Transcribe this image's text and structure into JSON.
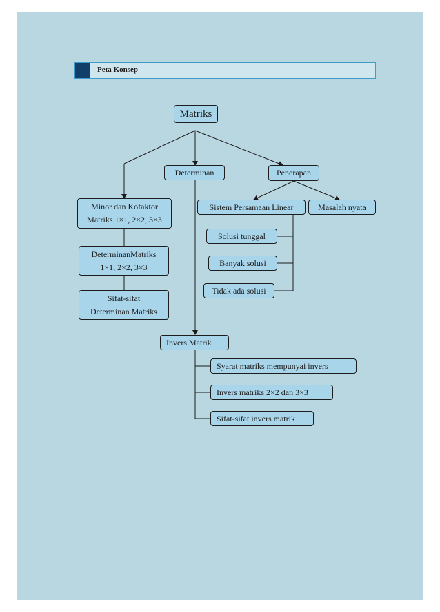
{
  "header": {
    "title": "Peta Konsep"
  },
  "concept_map": {
    "root": "Matriks",
    "determinan": "Determinan",
    "penerapan": "Penerapan",
    "minor_kofaktor": {
      "line1": "Minor dan Kofaktor",
      "line2": "Matriks 1×1, 2×2, 3×3"
    },
    "determinan_matriks": {
      "line1": "DeterminanMatriks",
      "line2": "1×1, 2×2, 3×3"
    },
    "sifat_determinan": {
      "line1": "Sifat-sifat",
      "line2": "Determinan Matriks"
    },
    "spl": "Sistem Persamaan Linear",
    "masalah_nyata": "Masalah nyata",
    "solusi_tunggal": "Solusi tunggal",
    "banyak_solusi": "Banyak solusi",
    "tidak_ada_solusi": "Tidak ada solusi",
    "invers": "Invers  Matrik",
    "syarat_invers": "Syarat matriks mempunyai invers",
    "invers_2x2_3x3": "Invers matriks 2×2 dan 3×3",
    "sifat_invers": "Sifat-sifat invers matrik"
  }
}
